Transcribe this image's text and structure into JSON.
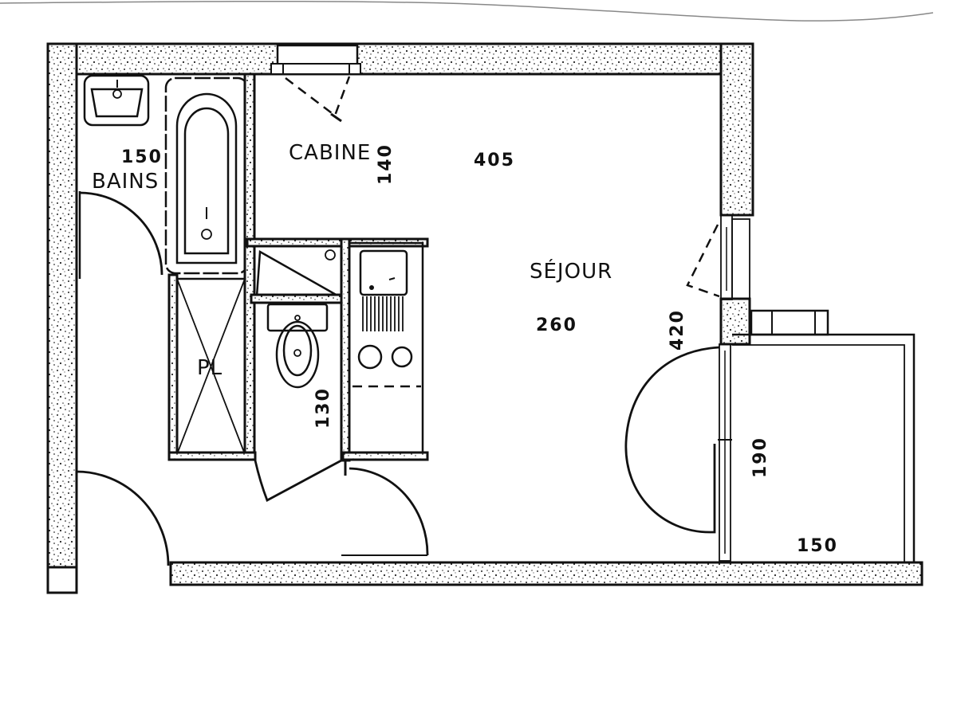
{
  "plan": {
    "rooms": [
      {
        "name": "BAINS",
        "dimension": "150"
      },
      {
        "name": "CABINE",
        "dimension": "140"
      },
      {
        "name": "SÉJOUR",
        "dimension": "260"
      },
      {
        "name": "PL",
        "dimension": ""
      }
    ],
    "labels": {
      "bains": "BAINS",
      "bains_dim": "150",
      "cabine": "CABINE",
      "cabine_dim": "140",
      "sejour_width": "405",
      "sejour": "SÉJOUR",
      "sejour_dim": "260",
      "sejour_height": "420",
      "wc_dim": "130",
      "placard": "PL",
      "balcony_height": "190",
      "balcony_width": "150"
    },
    "fixtures": [
      "washbasin",
      "bathtub",
      "toilet",
      "kitchenette-sink",
      "cooktop-2-burners",
      "water-heater"
    ],
    "colors": {
      "ink": "#111111",
      "paper": "#ffffff"
    }
  }
}
